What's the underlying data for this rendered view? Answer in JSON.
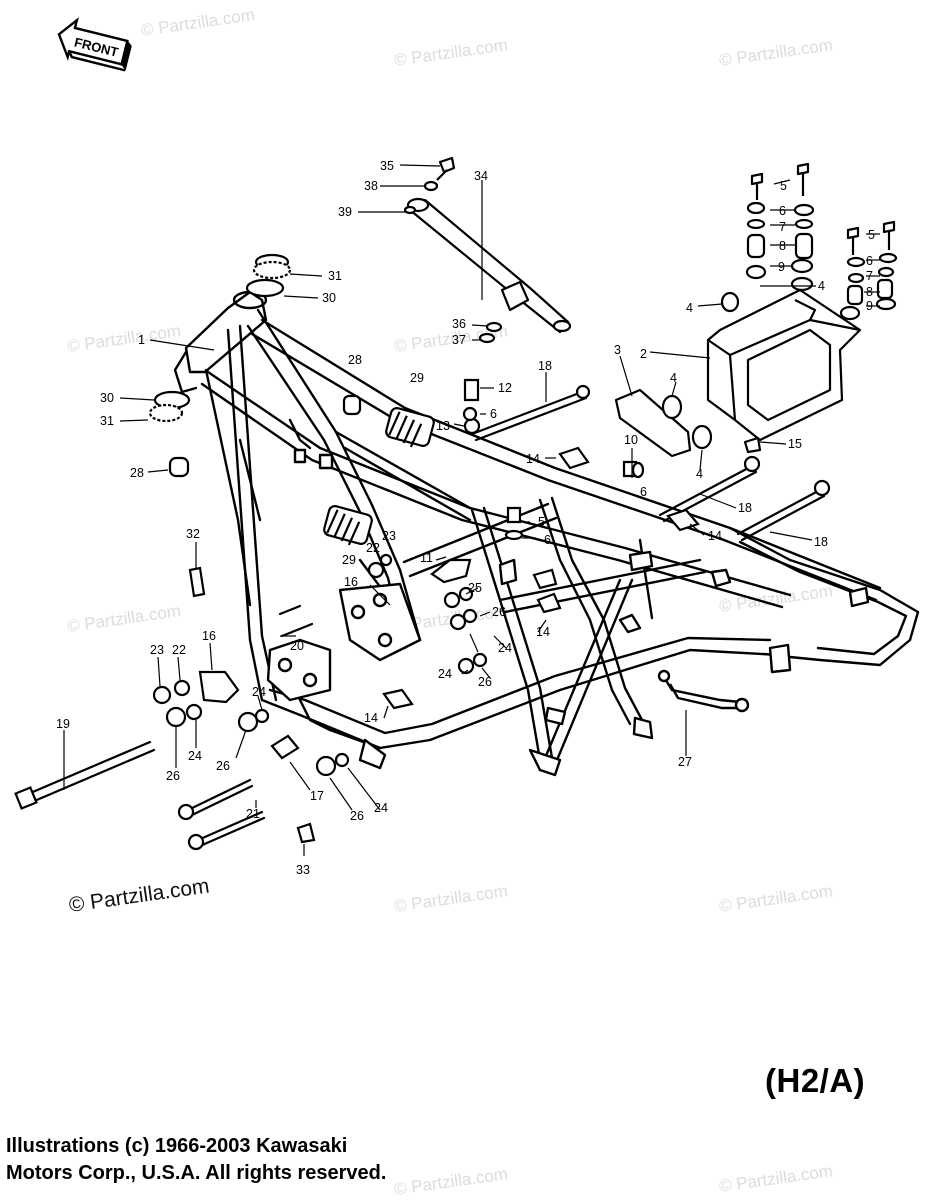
{
  "diagram": {
    "front_arrow_label": "FRONT",
    "model_code": "(H2/A)",
    "copyright_line_1": "Illustrations (c) 1966-2003 Kawasaki",
    "copyright_line_2": "Motors Corp., U.S.A.  All rights reserved.",
    "watermark_text": "© Partzilla.com",
    "watermark_prominent": "© Partzilla.com"
  },
  "callouts": [
    {
      "id": "c35",
      "text": "35"
    },
    {
      "id": "c38",
      "text": "38"
    },
    {
      "id": "c39",
      "text": "39"
    },
    {
      "id": "c34",
      "text": "34"
    },
    {
      "id": "c31a",
      "text": "31"
    },
    {
      "id": "c30a",
      "text": "30"
    },
    {
      "id": "c1",
      "text": "1"
    },
    {
      "id": "c36",
      "text": "36"
    },
    {
      "id": "c37",
      "text": "37"
    },
    {
      "id": "c28a",
      "text": "28"
    },
    {
      "id": "c29a",
      "text": "29"
    },
    {
      "id": "c12",
      "text": "12"
    },
    {
      "id": "c6a",
      "text": "6"
    },
    {
      "id": "c13",
      "text": "13"
    },
    {
      "id": "c18a",
      "text": "18"
    },
    {
      "id": "c30b",
      "text": "30"
    },
    {
      "id": "c31b",
      "text": "31"
    },
    {
      "id": "c28b",
      "text": "28"
    },
    {
      "id": "c14a",
      "text": "14"
    },
    {
      "id": "c10",
      "text": "10"
    },
    {
      "id": "c6b",
      "text": "6"
    },
    {
      "id": "c5a",
      "text": "5"
    },
    {
      "id": "c6c",
      "text": "6"
    },
    {
      "id": "c32",
      "text": "32"
    },
    {
      "id": "c29b",
      "text": "29"
    },
    {
      "id": "c22a",
      "text": "22"
    },
    {
      "id": "c23a",
      "text": "23"
    },
    {
      "id": "c11",
      "text": "11"
    },
    {
      "id": "c16a",
      "text": "16"
    },
    {
      "id": "c25",
      "text": "25"
    },
    {
      "id": "c26a",
      "text": "26"
    },
    {
      "id": "c20",
      "text": "20"
    },
    {
      "id": "c14b",
      "text": "14"
    },
    {
      "id": "c24a",
      "text": "24"
    },
    {
      "id": "c23b",
      "text": "23"
    },
    {
      "id": "c22b",
      "text": "22"
    },
    {
      "id": "c16b",
      "text": "16"
    },
    {
      "id": "c24b",
      "text": "24"
    },
    {
      "id": "c26b",
      "text": "26"
    },
    {
      "id": "c24c",
      "text": "24"
    },
    {
      "id": "c19",
      "text": "19"
    },
    {
      "id": "c14c",
      "text": "14"
    },
    {
      "id": "c24d",
      "text": "24"
    },
    {
      "id": "c26c",
      "text": "26"
    },
    {
      "id": "c26d",
      "text": "26"
    },
    {
      "id": "c21",
      "text": "21"
    },
    {
      "id": "c17",
      "text": "17"
    },
    {
      "id": "c26e",
      "text": "26"
    },
    {
      "id": "c24e",
      "text": "24"
    },
    {
      "id": "c33",
      "text": "33"
    },
    {
      "id": "c27",
      "text": "27"
    },
    {
      "id": "c5b",
      "text": "5"
    },
    {
      "id": "c6d",
      "text": "6"
    },
    {
      "id": "c7a",
      "text": "7"
    },
    {
      "id": "c8a",
      "text": "8"
    },
    {
      "id": "c9a",
      "text": "9"
    },
    {
      "id": "c4a",
      "text": "4"
    },
    {
      "id": "c5c",
      "text": "5"
    },
    {
      "id": "c6e",
      "text": "6"
    },
    {
      "id": "c7b",
      "text": "7"
    },
    {
      "id": "c8b",
      "text": "8"
    },
    {
      "id": "c9b",
      "text": "9"
    },
    {
      "id": "c4b",
      "text": "4"
    },
    {
      "id": "c3",
      "text": "3"
    },
    {
      "id": "c2",
      "text": "2"
    },
    {
      "id": "c4c",
      "text": "4"
    },
    {
      "id": "c4d",
      "text": "4"
    },
    {
      "id": "c15",
      "text": "15"
    },
    {
      "id": "c18b",
      "text": "18"
    },
    {
      "id": "c14d",
      "text": "14"
    },
    {
      "id": "c18c",
      "text": "18"
    }
  ]
}
